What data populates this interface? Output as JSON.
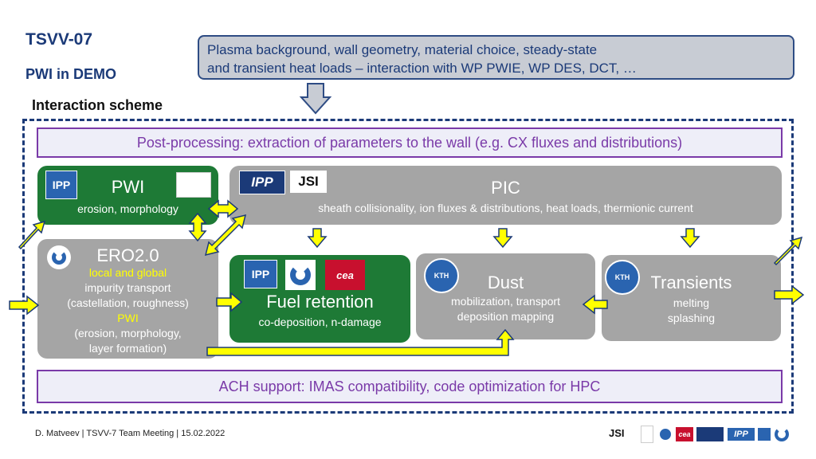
{
  "header": {
    "title": "TSVV-07",
    "subtitle": "PWI in DEMO",
    "section": "Interaction scheme"
  },
  "top_box": {
    "line1": "Plasma background, wall geometry, material choice, steady-state",
    "line2": "and transient heat loads – interaction with WP PWIE, WP DES, DCT, …"
  },
  "post_processing": "Post-processing: extraction of parameters to the wall (e.g. CX fluxes and distributions)",
  "pwi": {
    "title": "PWI",
    "subtitle": "erosion, morphology",
    "logo": "IPP"
  },
  "pic": {
    "title": "PIC",
    "subtitle": "sheath collisionality, ion fluxes & distributions, heat loads, thermionic current",
    "logo1": "IPP",
    "logo2": "JSI"
  },
  "ero": {
    "title": "ERO2.0",
    "line1": "local and global",
    "line2": "impurity transport",
    "line3": "(castellation, roughness)",
    "line4": "PWI",
    "line5": "(erosion, morphology,",
    "line6": "layer formation)"
  },
  "fuel": {
    "title": "Fuel retention",
    "subtitle": "co-deposition, n-damage",
    "logo1": "IPP",
    "logo3": "cea"
  },
  "dust": {
    "title": "Dust",
    "line1": "mobilization, transport",
    "line2": "deposition mapping",
    "logo": "KTH"
  },
  "transients": {
    "title": "Transients",
    "line1": "melting",
    "line2": "splashing",
    "logo": "KTH"
  },
  "ach": "ACH support: IMAS compatibility, code optimization for HPC",
  "footer": "D. Matveev  | TSVV-7 Team Meeting | 15.02.2022",
  "footer_logos": {
    "jsi": "JSI",
    "cea": "cea",
    "ipp": "IPP"
  },
  "colors": {
    "navy": "#1b3a78",
    "green": "#1e7a36",
    "gray": "#a5a5a5",
    "purple": "#7a3aa8",
    "yellow": "#ffff00"
  }
}
